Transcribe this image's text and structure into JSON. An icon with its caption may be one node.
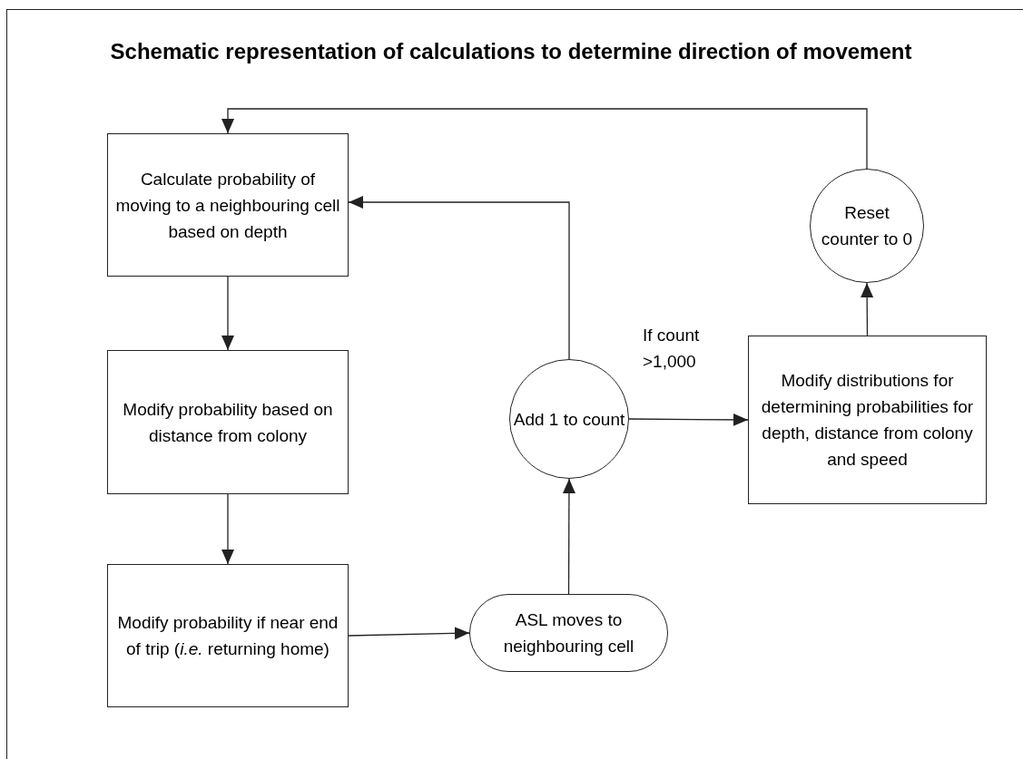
{
  "diagram": {
    "title": "Schematic representation of calculations to determine direction of movement",
    "nodes": [
      {
        "text": [
          "Calculate probability of moving to a neighbouring cell based on depth"
        ]
      },
      {
        "text": [
          "Modify probability based on distance from colony"
        ]
      },
      {
        "text": [
          "Modify probability if near end of trip (*i.e.* returning home)"
        ]
      },
      {
        "text": [
          "ASL moves to neighbouring cell"
        ]
      },
      {
        "text": [
          "Add 1 to count"
        ]
      },
      {
        "text": [
          "Modify distributions for determining probabilities for depth, distance from colony and speed"
        ]
      },
      {
        "text": [
          "Reset counter to 0"
        ]
      }
    ],
    "edges": [
      {
        "from": 0,
        "to": 1,
        "arrow": "to"
      },
      {
        "from": 1,
        "to": 2,
        "arrow": "to"
      },
      {
        "from": 2,
        "to": 3,
        "arrow": "to"
      },
      {
        "from": 3,
        "to": 4,
        "arrow": "to"
      },
      {
        "from": 4,
        "to": 0,
        "arrow": "to"
      },
      {
        "from": 4,
        "to": 5,
        "arrow": "to",
        "label": "If count >1,000"
      },
      {
        "from": 5,
        "to": 6,
        "arrow": "to"
      },
      {
        "from": 6,
        "to": 0,
        "arrow": "to"
      }
    ]
  }
}
